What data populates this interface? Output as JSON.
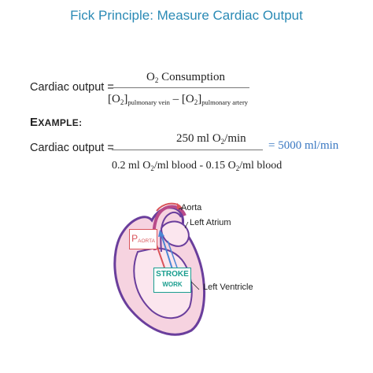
{
  "title": "Fick Principle: Measure Cardiac Output",
  "formula": {
    "lhs": "Cardiac output =",
    "numerator": {
      "o": "O",
      "sub": "2",
      "rest": " Consumption"
    },
    "denominator": {
      "t1_open": "[O",
      "t1_sub": "2",
      "t1_close": "]",
      "t1_loc": "pulmonary vein",
      "minus": "–",
      "t2_open": "[O",
      "t2_sub": "2",
      "t2_close": "]",
      "t2_loc": "pulmonary artery"
    }
  },
  "example": {
    "label_first": "E",
    "label_rest": "XAMPLE:",
    "lhs": "Cardiac output =",
    "numerator": {
      "a": "250 ml O",
      "sub": "2",
      "b": "/min"
    },
    "denominator": {
      "a": "0.2 ml O",
      "sub1": "2",
      "b": "/ml blood - 0.15 O",
      "sub2": "2",
      "c": "/ml blood"
    },
    "result": "= 5000 ml/min"
  },
  "diagram": {
    "labels": {
      "aorta": "Aorta",
      "left_atrium": "Left Atrium",
      "left_ventricle": "Left Ventricle",
      "p_main": "P",
      "p_sub": "AORTA",
      "stroke_line1": "STROKE",
      "stroke_line2": "WORK"
    },
    "colors": {
      "stroke_work": "#1a9e8f",
      "pressure_box": "#d9545a",
      "heart_outline": "#6a3e9c",
      "ventricle_fill": "#f2c4d6",
      "arrow_blue": "#4a86d4",
      "arrow_red": "#d9545a"
    }
  }
}
